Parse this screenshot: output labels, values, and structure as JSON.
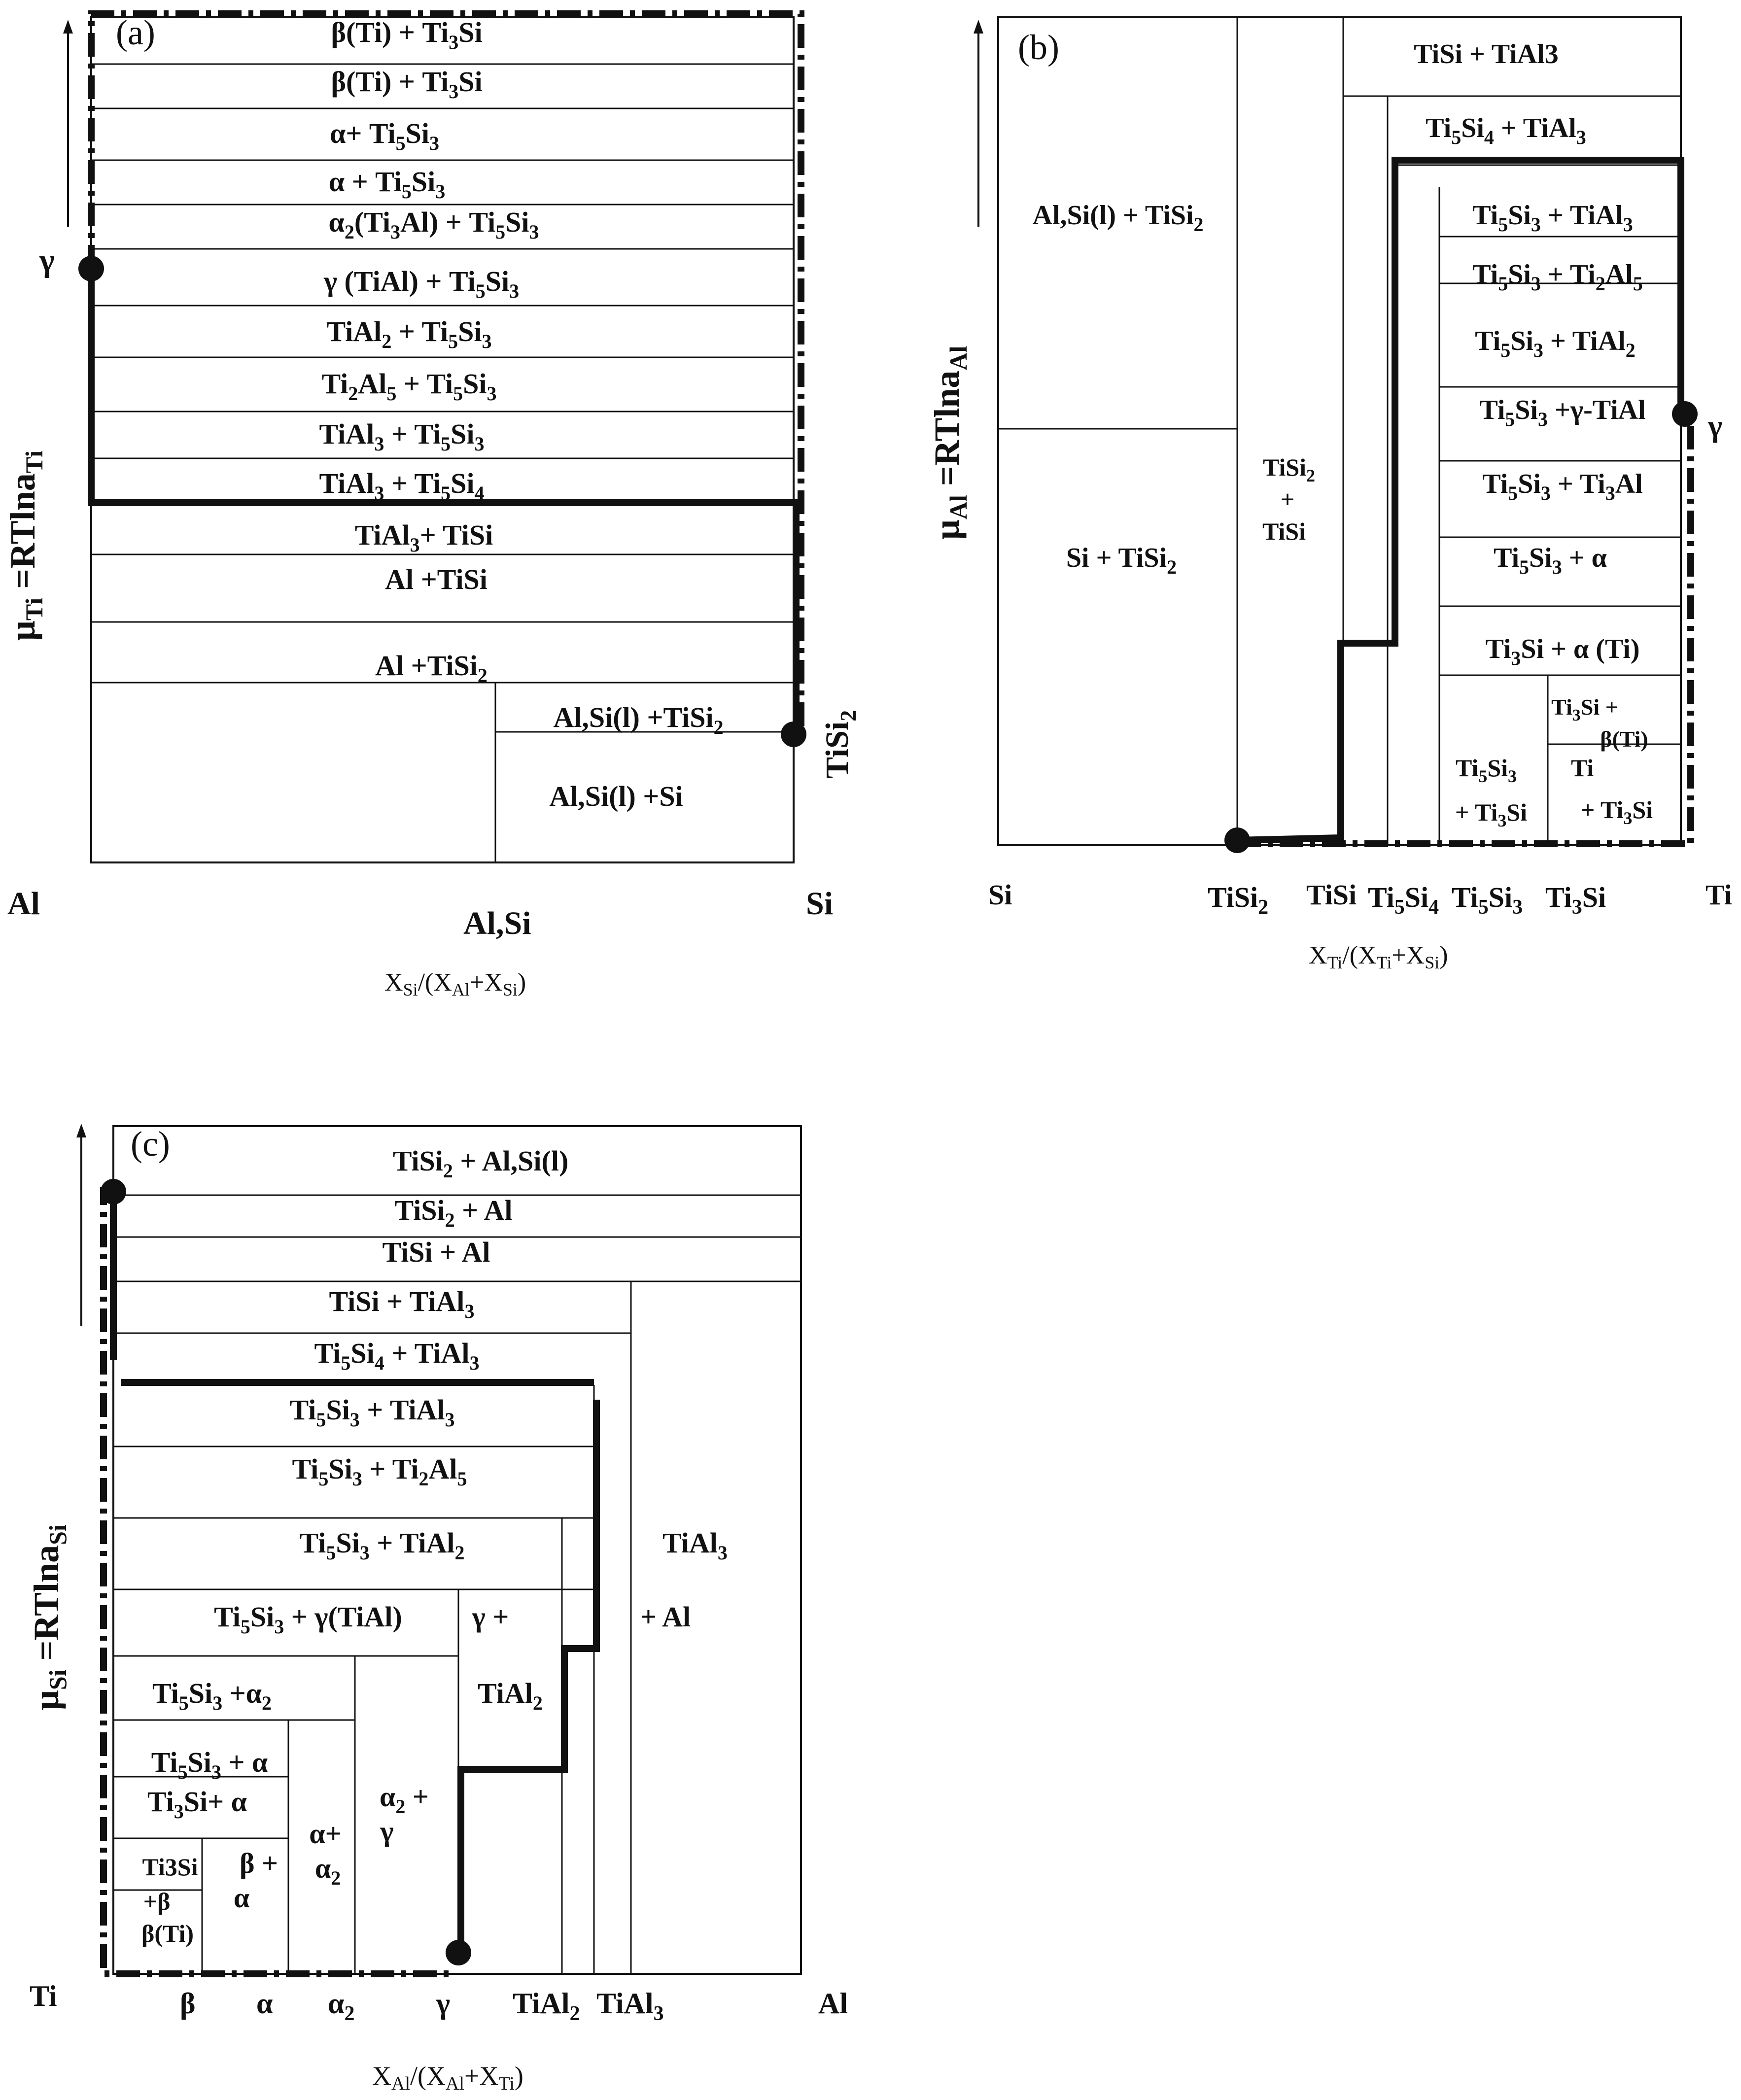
{
  "panel_a": {
    "tag": "(a)",
    "y_axis": {
      "mu": "μ",
      "sub": "Ti",
      "eq": " =RTlna",
      "sub2": "Ti"
    },
    "gamma_mark": "γ",
    "side_label": "TiSi2",
    "bottom_left": "Al",
    "bottom_mid": "Al,Si",
    "bottom_right": "Si",
    "x_axis_label": "XSi/(XAl+XSi)",
    "rows": [
      "β(Ti) + Ti3Si",
      "β(Ti) + Ti3Si",
      "α+ Ti5Si3",
      "α + Ti5Si3",
      "α2(Ti3Al) + Ti5Si3",
      "γ (TiAl) + Ti5Si3",
      "TiAl2 + Ti5Si3",
      "Ti2Al5 + Ti5Si3",
      "TiAl3 + Ti5Si3",
      "TiAl3 + Ti5Si4",
      "TiAl3+ TiSi",
      "Al +TiSi",
      "Al +TiSi2",
      "Al,Si(l) +TiSi2",
      "Al,Si(l) +Si"
    ]
  },
  "panel_b": {
    "tag": "(b)",
    "y_axis": {
      "mu": "μ",
      "sub": "Al",
      "eq": " =RTlna",
      "sub2": "Al"
    },
    "gamma_mark": "γ",
    "x_ticks": [
      "Si",
      "TiSi2",
      "TiSi",
      "Ti5Si4",
      "Ti5Si3",
      "Ti3Si",
      "Ti"
    ],
    "x_axis_label": "XTi/(XTi+XSi)",
    "regions": [
      "TiSi + TiAl3",
      "Ti5Si4 + TiAl3",
      "Ti5Si3 + TiAl3",
      "Ti5Si3 + Ti2Al5",
      "Ti5Si3 + TiAl2",
      "Ti5Si3 +γ-TiAl",
      "Ti5Si3 + Ti3Al",
      "Ti5Si3 + α",
      "Ti3Si + α (Ti)",
      "Al,Si(l) + TiSi2",
      "Si + TiSi2",
      "TiSi2",
      "+",
      "TiSi",
      "Ti3Si +",
      "β(Ti)",
      "Ti5Si3",
      "+ Ti3Si",
      "Ti",
      "+ Ti3Si"
    ]
  },
  "panel_c": {
    "tag": "(c)",
    "y_axis": {
      "mu": "μ",
      "sub": "Si",
      "eq": " =RTlna",
      "sub2": "Si"
    },
    "x_ticks": [
      "Ti",
      "β",
      "α",
      "α2",
      "γ",
      "TiAl2",
      "TiAl3",
      "Al"
    ],
    "x_axis_label": "XAl/(XAl+XTi)",
    "regions": [
      "TiSi2 + Al,Si(l)",
      "TiSi2 + Al",
      "TiSi + Al",
      "TiSi + TiAl3",
      "Ti5Si4 + TiAl3",
      "Ti5Si3 + TiAl3",
      "Ti5Si3 + Ti2Al5",
      "Ti5Si3 + TiAl2",
      "Ti5Si3 + γ(TiAl)",
      "Ti5Si3 +α2",
      "Ti5Si3 + α",
      "Ti3Si+ α",
      "Ti3Si",
      "+β",
      "β(Ti)",
      "β +",
      "α",
      "α+",
      "α2",
      "α2 +",
      "γ",
      "γ +",
      "TiAl2",
      "TiAl3",
      "+ Al"
    ]
  }
}
